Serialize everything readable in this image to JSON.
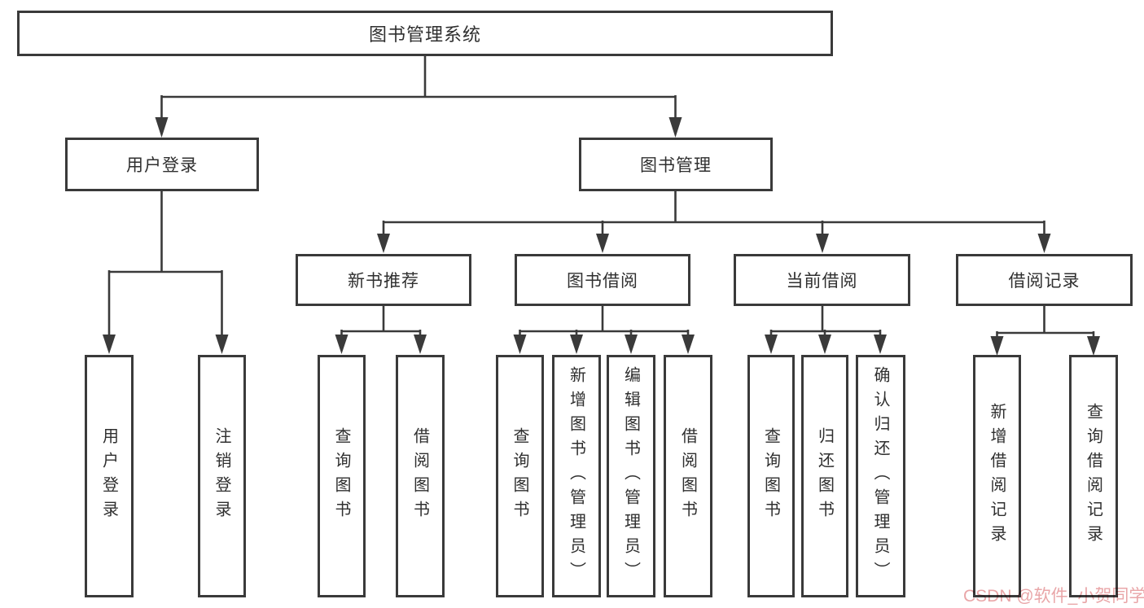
{
  "diagram": {
    "root": "图书管理系统",
    "level2": [
      "用户登录",
      "图书管理"
    ],
    "level3": [
      "新书推荐",
      "图书借阅",
      "当前借阅",
      "借阅记录"
    ],
    "leaves": {
      "user_login": [
        "用户登录",
        "注销登录"
      ],
      "new_book": [
        "查询图书",
        "借阅图书"
      ],
      "borrow": [
        "查询图书",
        "新增图书（管理员）",
        "编辑图书（管理员）",
        "借阅图书"
      ],
      "current": [
        "查询图书",
        "归还图书",
        "确认归还（管理员）"
      ],
      "records": [
        "新增借阅记录",
        "查询借阅记录"
      ]
    }
  },
  "watermark": "CSDN @软件_小贺同学",
  "colors": {
    "line": "#3a3a3a",
    "text": "#2f2f2f",
    "background": "#ffffff",
    "watermark": "#e9a6a8"
  }
}
